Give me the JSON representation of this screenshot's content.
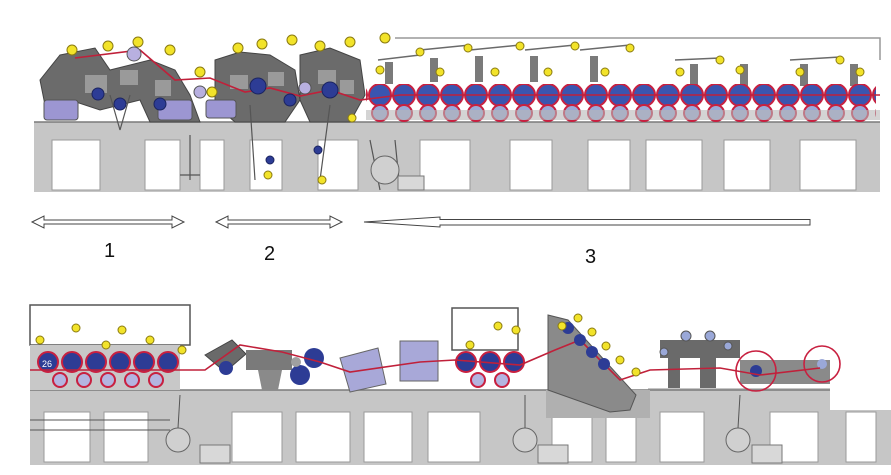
{
  "labels": {
    "section_1": "1",
    "section_2": "2",
    "section_3": "3"
  },
  "small_label": "26",
  "colors": {
    "foundation": "#c8c8c8",
    "window": "#ffffff",
    "frame": "#5a5a5a",
    "roll_blue": "#2a3a8a",
    "roll_yellow": "#f2e32a",
    "web_red": "#c0203a",
    "dryer_ring": "#c82040",
    "box_lavender": "#a8a8d8"
  },
  "icons": [
    "double-arrow-icon",
    "single-arrow-icon"
  ]
}
